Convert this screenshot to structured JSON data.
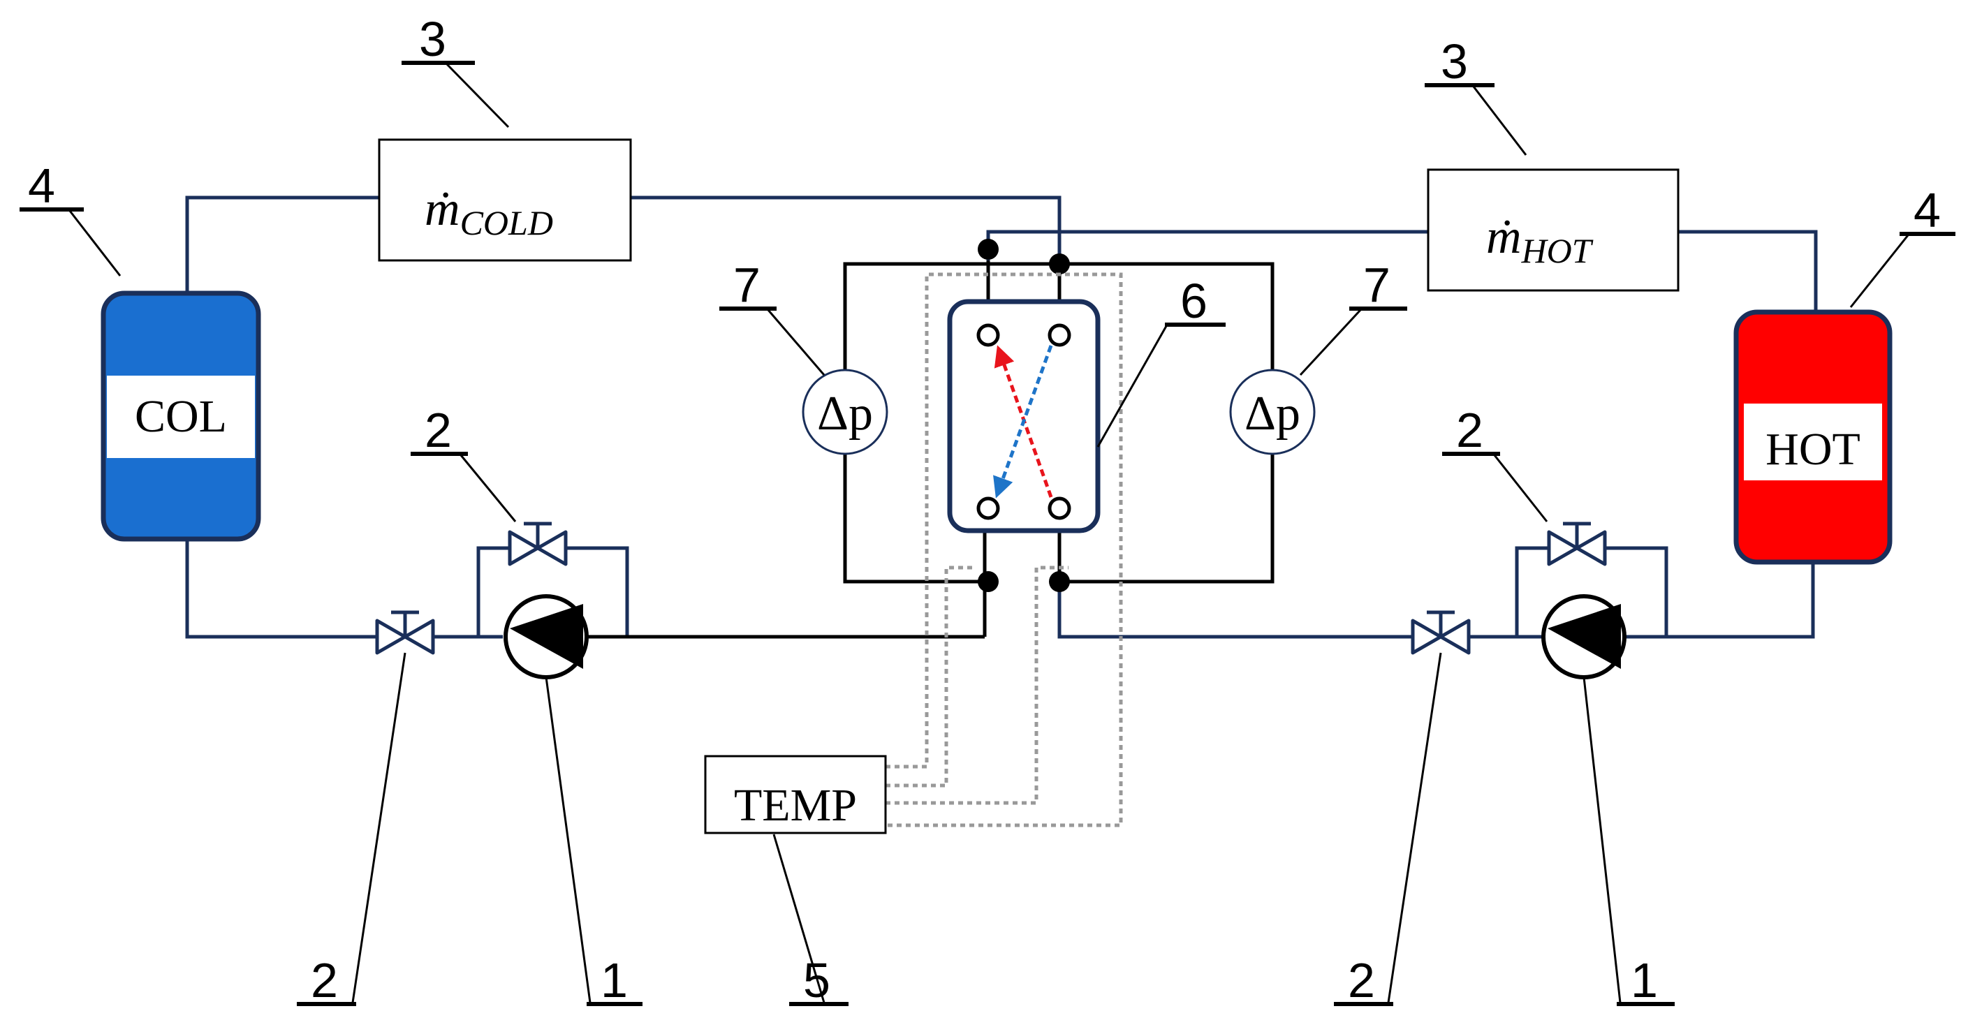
{
  "labels": {
    "flow_cold": {
      "symbol": "ṁ",
      "subscript": "COLD"
    },
    "flow_hot": {
      "symbol": "ṁ",
      "subscript": "HOT"
    },
    "tank_cold": "COL",
    "tank_hot": "HOT",
    "temp": "TEMP",
    "dp_left": "Δp",
    "dp_right": "Δp"
  },
  "callouts": {
    "flowmeter_cold": "3",
    "flowmeter_hot": "3",
    "tank_cold": "4",
    "tank_hot": "4",
    "valve_top_left": "2",
    "valve_top_right": "2",
    "valve_bottom_left": "2",
    "valve_bottom_right": "2",
    "pump_left": "1",
    "pump_right": "1",
    "temp": "5",
    "exchanger": "6",
    "dp_left": "7",
    "dp_right": "7"
  },
  "colors": {
    "pipe": "#1a2f5a",
    "tank_cold_fill": "#1a6fd0",
    "tank_hot_fill": "#ff0000",
    "arrow_hot": "#e8141c",
    "arrow_cold": "#1e74c8",
    "sensor_line": "#999999"
  }
}
